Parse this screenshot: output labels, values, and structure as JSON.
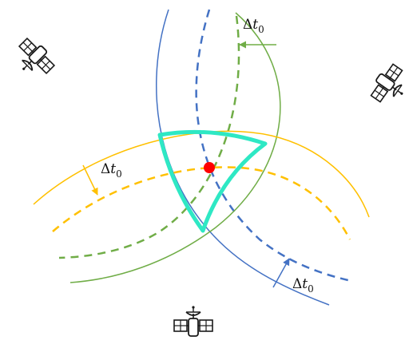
{
  "labels": {
    "delta": "Δ",
    "t": "t",
    "sub": "0"
  },
  "colors": {
    "blue": "#4472C4",
    "green": "#70AD47",
    "yellow": "#FFC000",
    "cyan": "#2EE8C4",
    "red": "#FF0000",
    "ink": "#1a1a1a"
  },
  "icons": [
    "satellite-icon",
    "satellite-icon",
    "satellite-icon"
  ]
}
